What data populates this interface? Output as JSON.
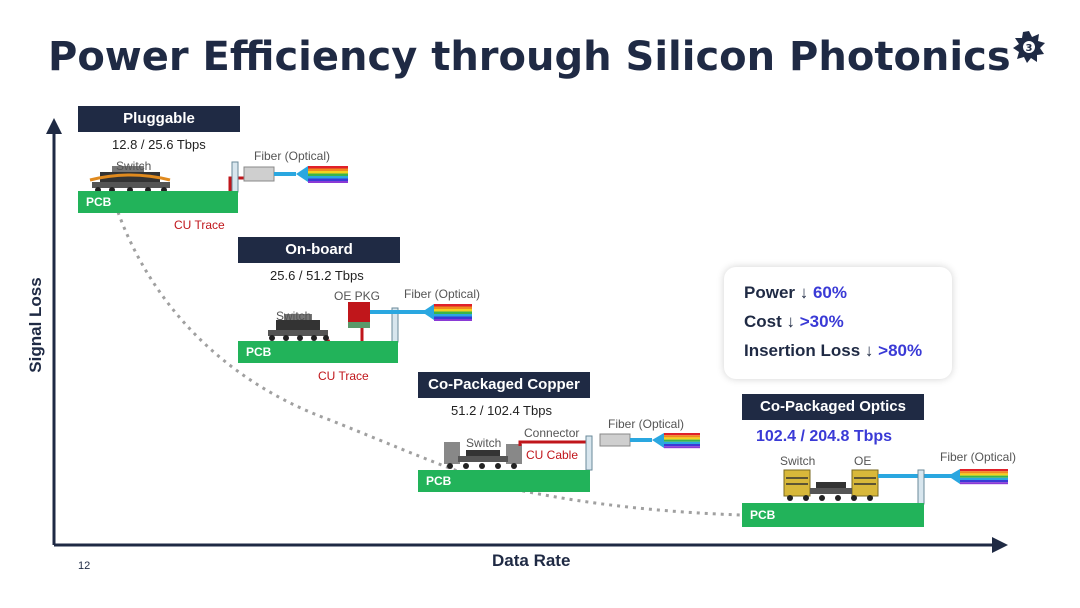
{
  "title": "Power Efficiency through Silicon Photonics",
  "axes": {
    "y_label": "Signal Loss",
    "x_label": "Data Rate"
  },
  "page_number": "12",
  "stages": [
    {
      "name": "Pluggable",
      "rate": "12.8 / 25.6 Tbps",
      "switch": "Switch",
      "fiber": "Fiber (Optical)",
      "pcb": "PCB",
      "trace": "CU Trace"
    },
    {
      "name": "On-board",
      "rate": "25.6 / 51.2 Tbps",
      "switch": "Switch",
      "oe_pkg": "OE PKG",
      "fiber": "Fiber (Optical)",
      "pcb": "PCB",
      "trace": "CU Trace"
    },
    {
      "name": "Co-Packaged Copper",
      "rate": "51.2 / 102.4 Tbps",
      "switch": "Switch",
      "connector": "Connector",
      "cable": "CU Cable",
      "fiber": "Fiber (Optical)",
      "pcb": "PCB"
    },
    {
      "name": "Co-Packaged Optics",
      "rate": "102.4 / 204.8 Tbps",
      "switch": "Switch",
      "oe": "OE",
      "fiber": "Fiber (Optical)",
      "pcb": "PCB"
    }
  ],
  "metrics": [
    {
      "label": "Power ↓ ",
      "value": "60%"
    },
    {
      "label": "Cost ↓ ",
      "value": ">30%"
    },
    {
      "label": "Insertion Loss ↓ ",
      "value": ">80%"
    }
  ],
  "colors": {
    "navy": "#1f2a44",
    "pcb_green": "#22b35a",
    "copper_red": "#c0161b",
    "accent_blue": "#3a3ad6",
    "fiber_blue": "#2aa7e0"
  }
}
